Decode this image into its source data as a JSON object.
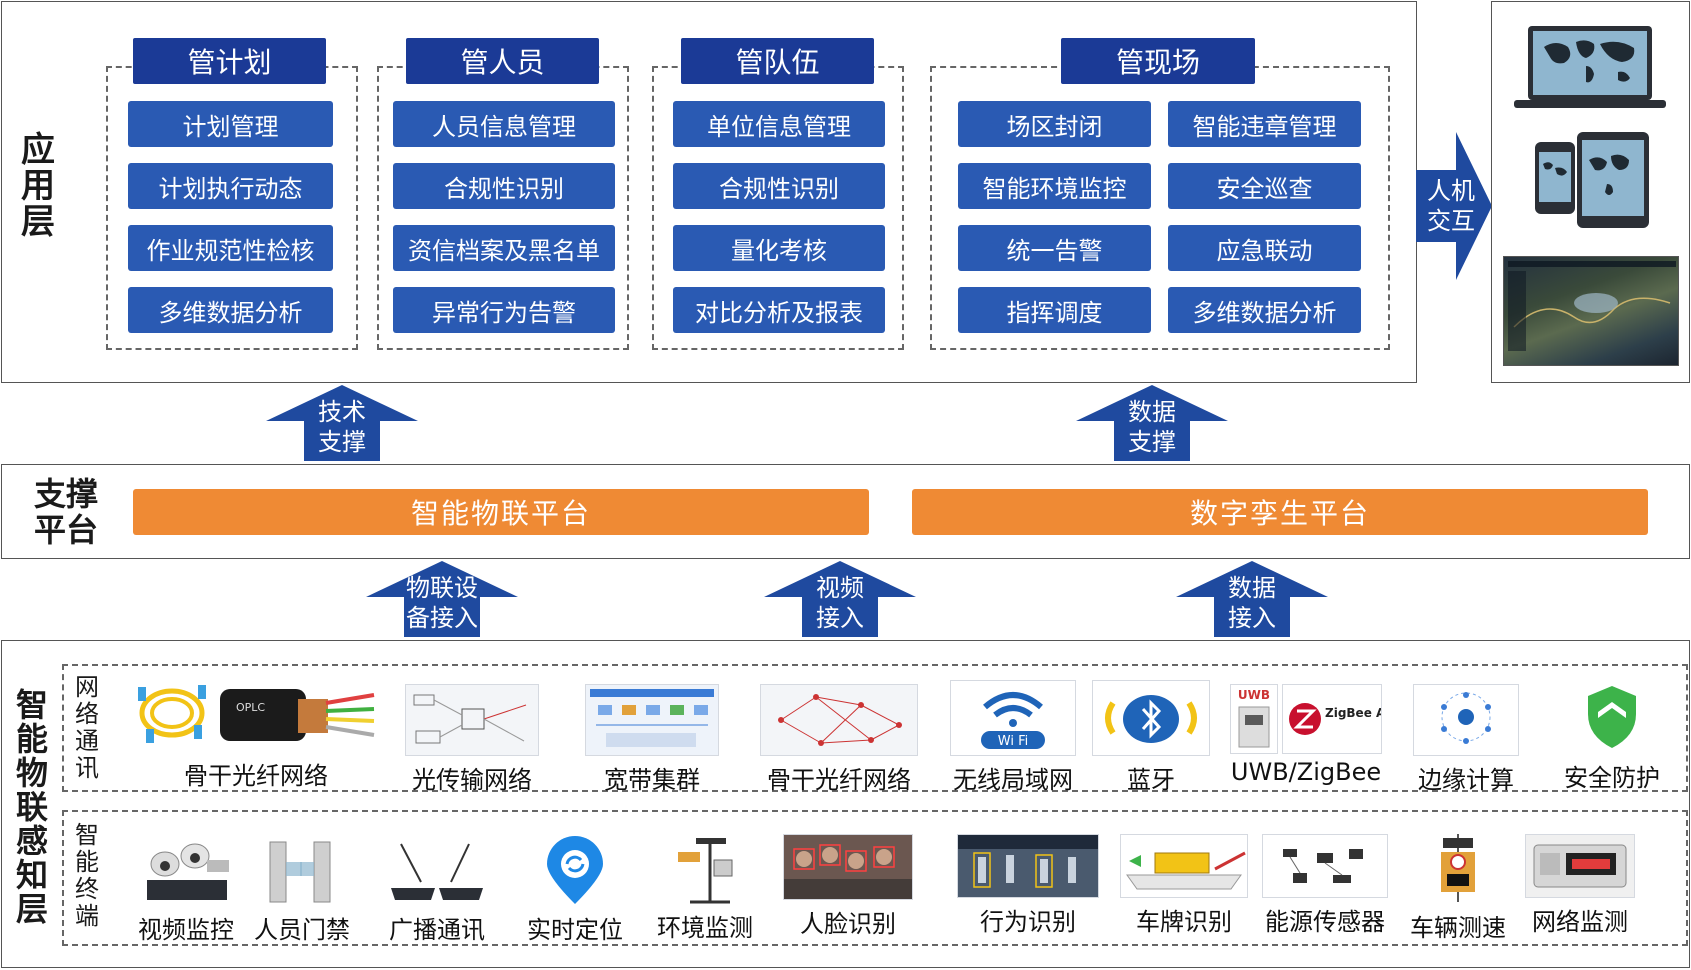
{
  "layers": {
    "application": "应用层",
    "support": "支撑平台",
    "perception": "智能物联感知层"
  },
  "app_groups": [
    {
      "title": "管计划",
      "items": [
        "计划管理",
        "计划执行动态",
        "作业规范性检核",
        "多维数据分析"
      ]
    },
    {
      "title": "管人员",
      "items": [
        "人员信息管理",
        "合规性识别",
        "资信档案及黑名单",
        "异常行为告警"
      ]
    },
    {
      "title": "管队伍",
      "items": [
        "单位信息管理",
        "合规性识别",
        "量化考核",
        "对比分析及报表"
      ]
    },
    {
      "title": "管现场",
      "items_left": [
        "场区封闭",
        "智能环境监控",
        "统一告警",
        "指挥调度"
      ],
      "items_right": [
        "智能违章管理",
        "安全巡查",
        "应急联动",
        "多维数据分析"
      ]
    }
  ],
  "hmi": "人机交互",
  "arrows_top": [
    "技术支撑",
    "数据支撑"
  ],
  "platforms": [
    "智能物联平台",
    "数字孪生平台"
  ],
  "arrows_bottom": [
    "物联设备接入",
    "视频接入",
    "数据接入"
  ],
  "network": {
    "label": "网络通讯",
    "items": [
      "骨干光纤网络",
      "光传输网络",
      "宽带集群",
      "骨干光纤网络",
      "无线局域网",
      "蓝牙",
      "UWB/ZigBee",
      "边缘计算",
      "安全防护"
    ]
  },
  "terminals": {
    "label": "智能终端",
    "items": [
      "视频监控",
      "人员门禁",
      "广播通讯",
      "实时定位",
      "环境监测",
      "人脸识别",
      "行为识别",
      "车牌识别",
      "能源传感器",
      "车辆测速",
      "网络监测"
    ]
  },
  "logos": {
    "wifi": "Wi Fi",
    "uwb": "UWB",
    "zigbee": "ZigBee Alliance",
    "optic": "OPLC"
  },
  "colors": {
    "dark_blue": "#1b3a96",
    "blue": "#2a5ab3",
    "orange": "#ef8a34",
    "arrow": "#1f4a9f"
  }
}
